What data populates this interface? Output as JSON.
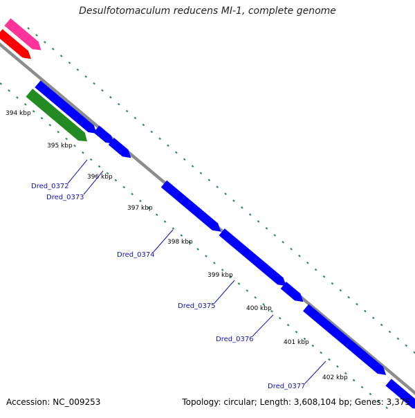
{
  "title": "Desulfotomaculum reducens MI-1, complete genome",
  "accession": "Accession: NC_009253",
  "summary": "Topology: circular; Length: 3,608,104 bp; Genes: 3,375",
  "colors": {
    "backbone": "#8c8c8c",
    "cds": "#0000ff",
    "rrna": "#ff0000",
    "trna": "#ff3399",
    "misc": "#228b22",
    "tick": "#2e8b57",
    "gene_label": "#1010b0",
    "kbp_label": "#000000"
  },
  "kbp_labels": [
    "394 kbp",
    "395 kbp",
    "396 kbp",
    "397 kbp",
    "398 kbp",
    "399 kbp",
    "400 kbp",
    "401 kbp",
    "402 kbp"
  ],
  "gene_labels": [
    "Dred_0372",
    "Dred_0373",
    "Dred_0374",
    "Dred_0375",
    "Dred_0376",
    "Dred_0377"
  ]
}
